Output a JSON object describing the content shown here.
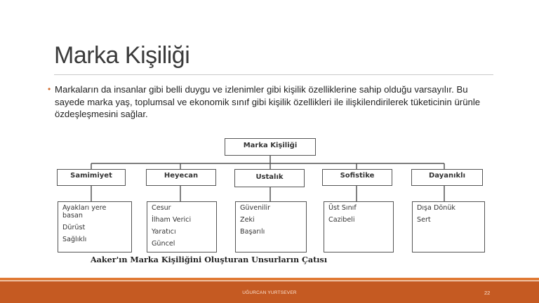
{
  "slide": {
    "title": "Marka Kişiliği",
    "bullet": "Markaların da insanlar gibi belli duygu ve izlenimler gibi kişilik özelliklerine sahip olduğu varsayılır. Bu sayede marka yaş, toplumsal ve ekonomik sınıf gibi kişilik özellikleri ile ilişkilendirilerek tüketicinin ürünle özdeşleşmesini sağlar."
  },
  "diagram": {
    "root": "Marka Kişiliği",
    "branches": [
      {
        "label": "Samimiyet",
        "items": [
          "Ayakları yere basan",
          "Dürüst",
          "Sağlıklı"
        ]
      },
      {
        "label": "Heyecan",
        "items": [
          "Cesur",
          "İlham Verici",
          "Yaratıcı",
          "Güncel"
        ]
      },
      {
        "label": "Ustalık",
        "items": [
          "Güvenilir",
          "Zeki",
          "Başarılı"
        ]
      },
      {
        "label": "Sofistike",
        "items": [
          "Üst Sınıf",
          "Cazibeli"
        ]
      },
      {
        "label": "Dayanıklı",
        "items": [
          "Dışa Dönük",
          "Sert"
        ]
      }
    ],
    "caption": "Aaker'ın Marka Kişiliğini Oluşturan Unsurların Çatısı"
  },
  "footer": {
    "author": "UĞURCAN YURTSEVER",
    "page": "22"
  },
  "colors": {
    "accent": "#c55a22",
    "accent_light": "#e07a35",
    "bullet": "#d16a2b"
  }
}
